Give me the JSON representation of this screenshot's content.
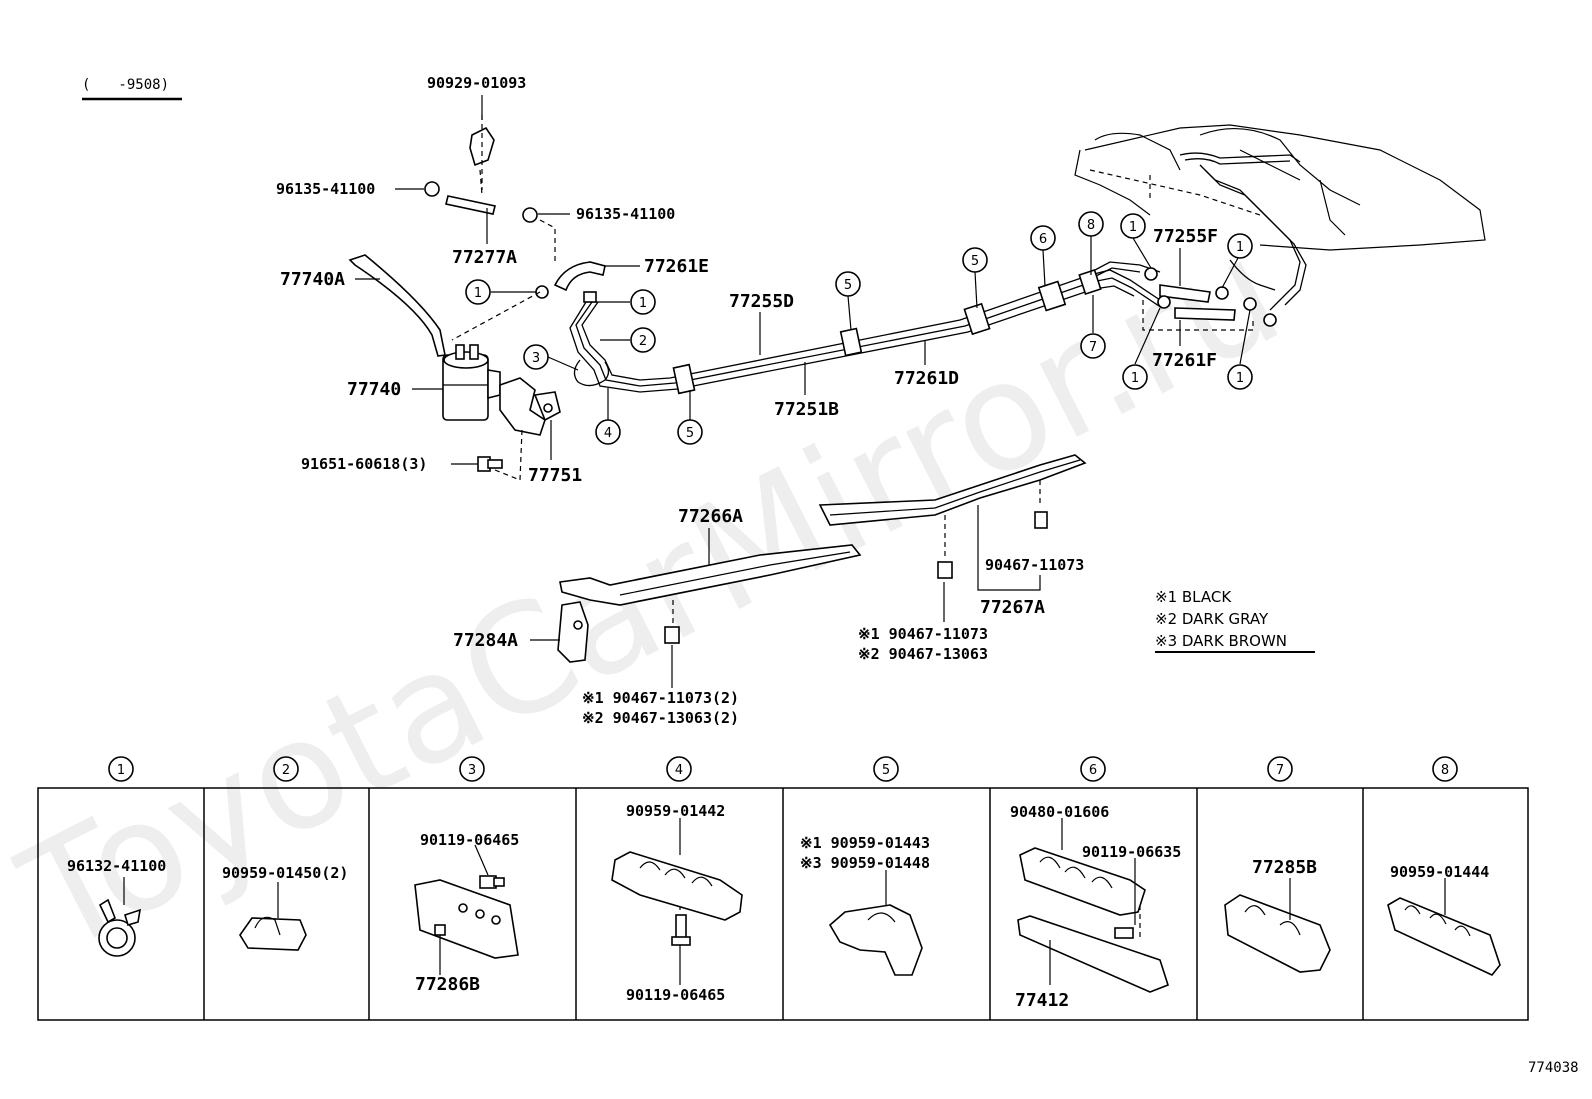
{
  "header": {
    "range_label": "(　　-9508)"
  },
  "watermark": "ToyotaCarMirror.ru",
  "figure_number": "774038",
  "main_parts": [
    {
      "id": "p1",
      "label": "90929-01093"
    },
    {
      "id": "p2",
      "label": "96135-41100"
    },
    {
      "id": "p3",
      "label": "96135-41100"
    },
    {
      "id": "p4",
      "label": "77277A"
    },
    {
      "id": "p5",
      "label": "77740A"
    },
    {
      "id": "p6",
      "label": "77261E"
    },
    {
      "id": "p7",
      "label": "77740"
    },
    {
      "id": "p8",
      "label": "91651-60618(3)"
    },
    {
      "id": "p9",
      "label": "77751"
    },
    {
      "id": "p10",
      "label": "77255D"
    },
    {
      "id": "p11",
      "label": "77251B"
    },
    {
      "id": "p12",
      "label": "77261D"
    },
    {
      "id": "p13",
      "label": "77255F"
    },
    {
      "id": "p14",
      "label": "77261F"
    },
    {
      "id": "p15",
      "label": "77266A"
    },
    {
      "id": "p16",
      "label": "77284A"
    },
    {
      "id": "p17",
      "label": "90467-11073"
    },
    {
      "id": "p18",
      "label": "77267A"
    }
  ],
  "callouts": [
    "1",
    "1",
    "1",
    "1",
    "1",
    "1",
    "1",
    "2",
    "3",
    "4",
    "5",
    "5",
    "5",
    "6",
    "7",
    "8"
  ],
  "bolt_notes": {
    "center": [
      "※1 90467-11073",
      "※2 90467-13063"
    ],
    "lower": [
      "※1 90467-11073(2)",
      "※2 90467-13063(2)"
    ]
  },
  "legend": [
    "※1  BLACK",
    "※2  DARK GRAY",
    "※3  DARK BROWN"
  ],
  "detail_panels": [
    {
      "num": "1",
      "parts": [
        "96132-41100"
      ]
    },
    {
      "num": "2",
      "parts": [
        "90959-01450(2)"
      ]
    },
    {
      "num": "3",
      "parts": [
        "90119-06465",
        "77286B"
      ]
    },
    {
      "num": "4",
      "parts": [
        "90959-01442",
        "90119-06465"
      ]
    },
    {
      "num": "5",
      "parts": [
        "※1 90959-01443",
        "※3 90959-01448"
      ]
    },
    {
      "num": "6",
      "parts": [
        "90480-01606",
        "90119-06635",
        "77412"
      ]
    },
    {
      "num": "7",
      "parts": [
        "77285B"
      ]
    },
    {
      "num": "8",
      "parts": [
        "90959-01444"
      ]
    }
  ]
}
